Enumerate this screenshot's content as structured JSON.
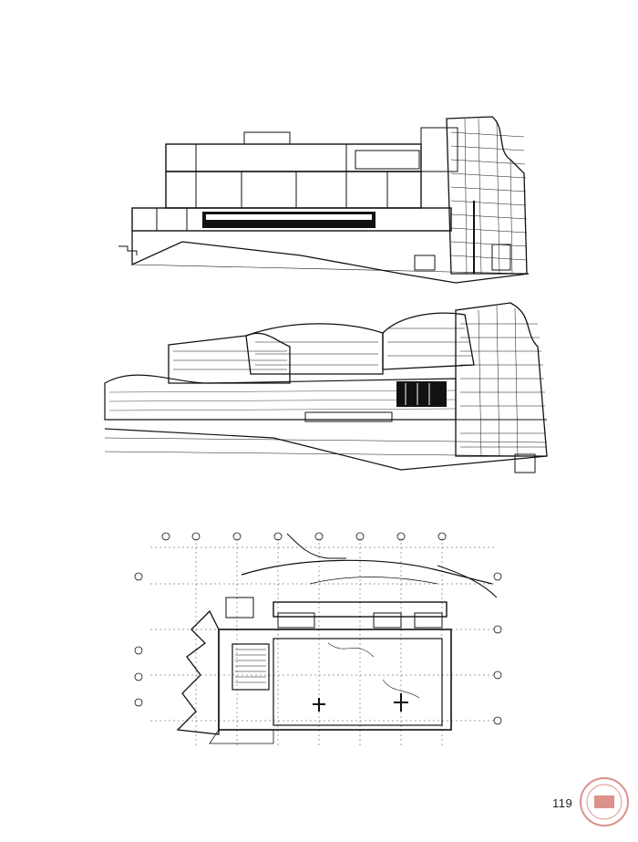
{
  "page": {
    "number": "119"
  },
  "drawings": [
    {
      "id": "section",
      "label": ""
    },
    {
      "id": "elevation",
      "label": ""
    },
    {
      "id": "floor-plan",
      "label": ""
    }
  ],
  "colors": {
    "ink": "#111111",
    "paper": "#ffffff",
    "watermark": "#c0392b"
  },
  "watermark": {
    "name": "watermark-logo"
  }
}
